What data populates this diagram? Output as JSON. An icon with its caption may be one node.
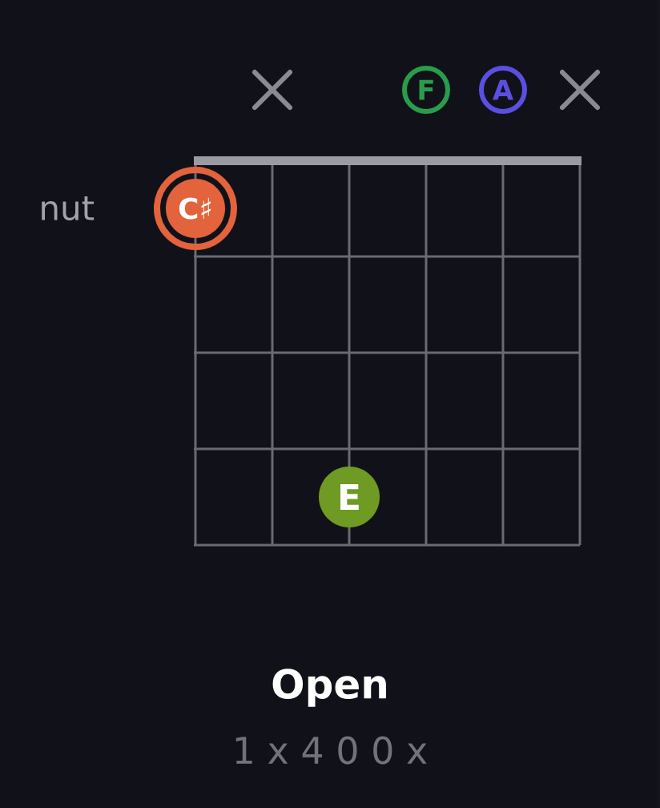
{
  "diagram": {
    "title": "Open",
    "caption": "1 x 4 0 0 x",
    "nodes": [
      {
        "text": [
          "F"
        ]
      },
      {
        "text": [
          "A"
        ]
      },
      {
        "text": [
          "C♯"
        ]
      },
      {
        "text": [
          "E"
        ]
      }
    ],
    "labels": [
      "nut"
    ]
  }
}
